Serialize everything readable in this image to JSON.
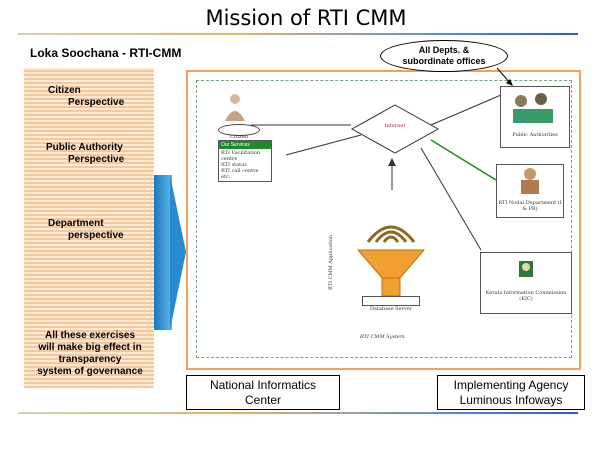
{
  "slide": {
    "title": "Mission of RTI CMM",
    "subtitle": "Loka Soochana -  RTI-CMM",
    "callout": {
      "line1": "All Depts. &",
      "line2": "subordinate offices"
    }
  },
  "left_panel": {
    "items": [
      {
        "line1": "Citizen",
        "line2": "Perspective"
      },
      {
        "line1": "Public Authority",
        "line2": "Perspective"
      },
      {
        "line1": "Department",
        "line2": "perspective"
      }
    ],
    "summary": [
      "All these exercises",
      "will make big effect in",
      "transparency",
      "system of governance"
    ]
  },
  "diagram": {
    "citizen_label": "Citizen",
    "citizen_header": "Our Services",
    "citizen_lines": [
      "RTI Facilitation centre",
      "RTI status",
      "RTI call centre etc."
    ],
    "internet_label": "Internet",
    "public_authorities": "Public Authorities",
    "nodal_dept": "RTI Nodal Department (I & PR)",
    "commission": "Kerala Information Commission (KIC)",
    "app_label": "RTI CMM Application",
    "db_label": "Database Server",
    "system_label": "RTI CMM System"
  },
  "footer": {
    "left": {
      "line1": "National Informatics",
      "line2": "Center"
    },
    "right": {
      "line1": "Implementing Agency",
      "line2": "Luminous Infoways"
    }
  },
  "colors": {
    "orange_border": "#f5a05a",
    "arrow_blue": "#1b79c0",
    "panel_stripe": "#f6c79a",
    "funnel": "#f0a030"
  }
}
